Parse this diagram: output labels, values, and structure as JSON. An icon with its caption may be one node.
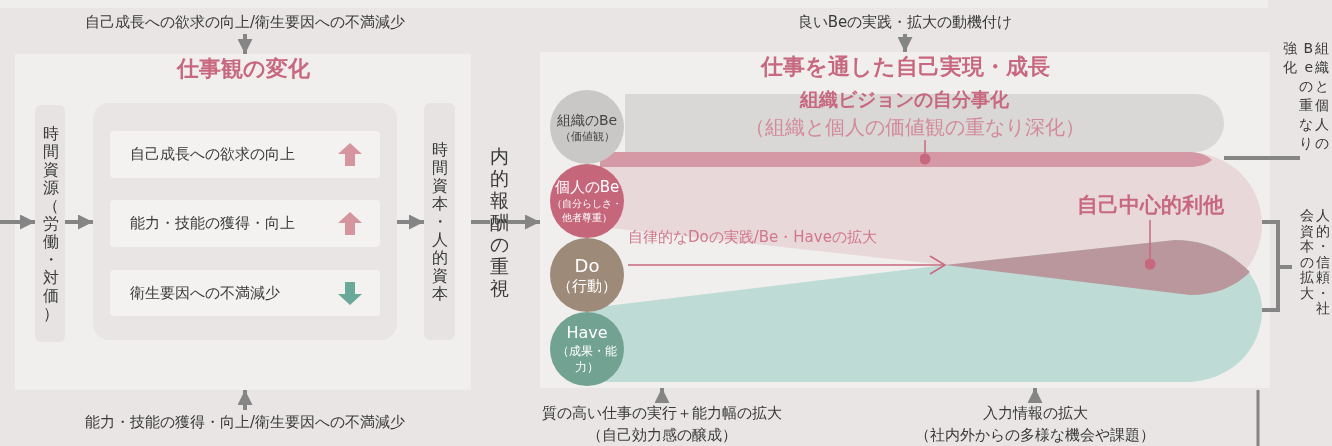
{
  "diagram": {
    "nodes": [
      {
        "text": [
          "仕事観の変化"
        ]
      },
      {
        "text": [
          "時間資源（労働・対価）"
        ],
        "in": 0
      },
      {
        "text": [],
        "shape": "box",
        "in": 0
      },
      {
        "text": [
          "自己成長への欲求の向上"
        ],
        "in": 2
      },
      {
        "text": [
          "能力・技能の獲得・向上"
        ],
        "in": 2
      },
      {
        "text": [
          "衛生要因への不満減少"
        ],
        "in": 2
      },
      {
        "text": [
          "時間資本・人的資本"
        ],
        "in": 0
      },
      {
        "text": [
          "内的報酬の重視"
        ]
      },
      {
        "text": [
          "仕事を通した自己実現・成長"
        ]
      },
      {
        "text": [
          "組織ビジョンの自分事化",
          "（組織と個人の価値観の重なり深化）"
        ],
        "in": 8
      },
      {
        "text": [
          "組織のBe",
          "（価値観）"
        ],
        "in": 8
      },
      {
        "text": [
          "個人のBe",
          "（自分らしさ・他者尊重）"
        ],
        "in": 8
      },
      {
        "text": [
          "Do",
          "（行動）"
        ],
        "in": 8
      },
      {
        "text": [
          "Have",
          "（成果・能力）"
        ],
        "in": 8
      },
      {
        "text": [
          "自己中心的利他"
        ],
        "in": 8
      },
      {
        "text": [
          "自己成長への欲求の向上/衛生要因への不満減少"
        ]
      },
      {
        "text": [
          "能力・技能の獲得・向上/衛生要因への不満減少"
        ]
      },
      {
        "text": [
          "良いBeの実践・拡大の動機付け"
        ]
      },
      {
        "text": [
          "質の高い仕事の実行＋能力幅の拡大",
          "（自己効力感の醸成）"
        ]
      },
      {
        "text": [
          "入力情報の拡大",
          "（社内外からの多様な機会や課題）"
        ]
      },
      {
        "text": [
          "組織と個人のBeの重なり強化"
        ]
      }
    ],
    "edges": [
      {
        "from": null,
        "to": 1,
        "arrow": "to"
      },
      {
        "from": 1,
        "to": 2,
        "arrow": "to"
      },
      {
        "from": 2,
        "to": 6,
        "arrow": "to"
      },
      {
        "from": 0,
        "to": 7,
        "arrow": "none"
      },
      {
        "from": 7,
        "to": 8,
        "arrow": "to"
      },
      {
        "from": 15,
        "to": 0,
        "arrow": "to"
      },
      {
        "from": 16,
        "to": 0,
        "arrow": "to"
      },
      {
        "from": 17,
        "to": 8,
        "arrow": "to"
      },
      {
        "from": 18,
        "to": 8,
        "arrow": "to"
      },
      {
        "from": 19,
        "to": 8,
        "arrow": "to"
      },
      {
        "from": 9,
        "to": null,
        "arrow": "other",
        "color": "#c8687e"
      },
      {
        "from": 14,
        "to": null,
        "arrow": "other",
        "color": "#c8687e"
      },
      {
        "from": 9,
        "to": 20,
        "arrow": "none"
      }
    ],
    "labels": [
      "自律的なDoの実践/Be・Haveの拡大",
      "人的・信頼・社会資本の拡大"
    ]
  }
}
